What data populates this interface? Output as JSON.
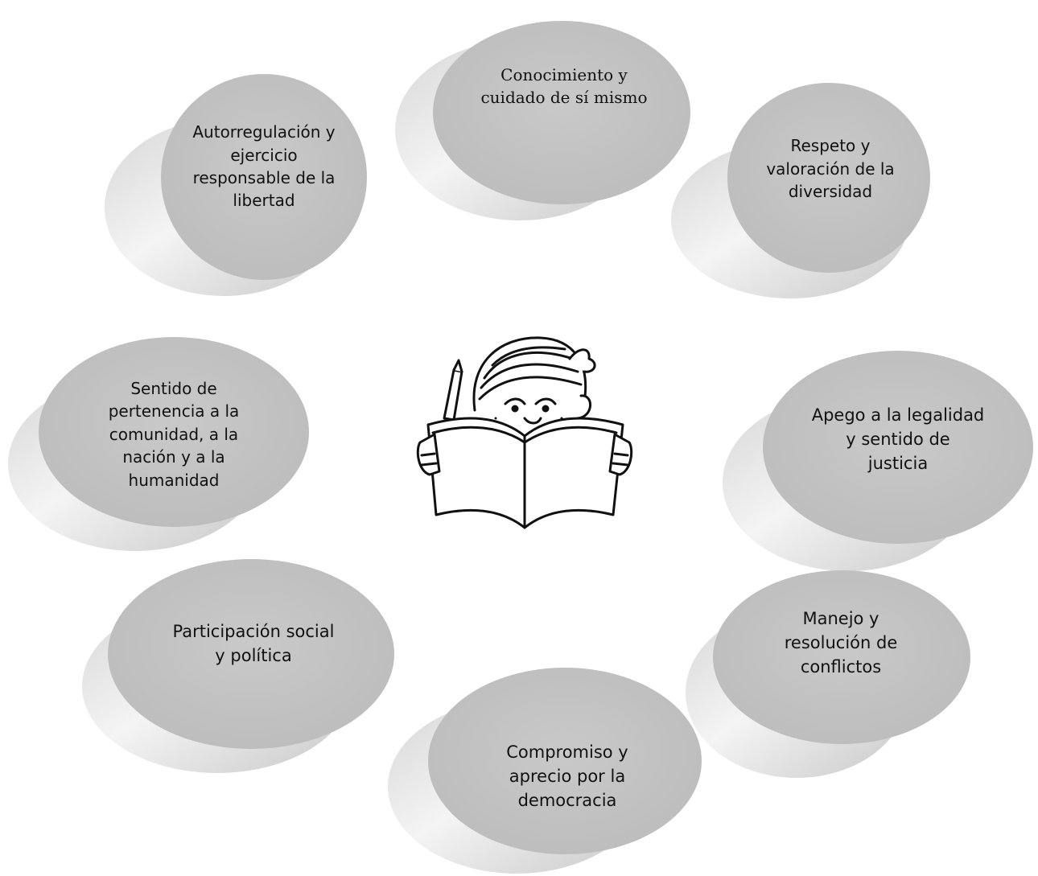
{
  "diagram": {
    "items": [
      {
        "label": "Conocimiento y\ncuidado de sí mismo"
      },
      {
        "label": "Autorregulación y\nejercicio\nresponsable de la\nlibertad"
      },
      {
        "label": "Respeto y\nvaloración de la\ndiversidad"
      },
      {
        "label": "Sentido de\npertenencia a la\ncomunidad, a la\nnación y a la\nhumanidad"
      },
      {
        "label": "Apego a la legalidad\ny sentido de\njusticia"
      },
      {
        "label": "Participación social\ny política"
      },
      {
        "label": "Manejo y\nresolución de\nconflictos"
      },
      {
        "label": "Compromiso y\naprecio por la\ndemocracia"
      }
    ],
    "colors": {
      "disc_top": "#c4c4c4",
      "disc_side_light": "#f2f2f2",
      "disc_side_dark": "#bdbdbd",
      "text": "#111111"
    },
    "center_icon": "child-reading-book-icon"
  }
}
